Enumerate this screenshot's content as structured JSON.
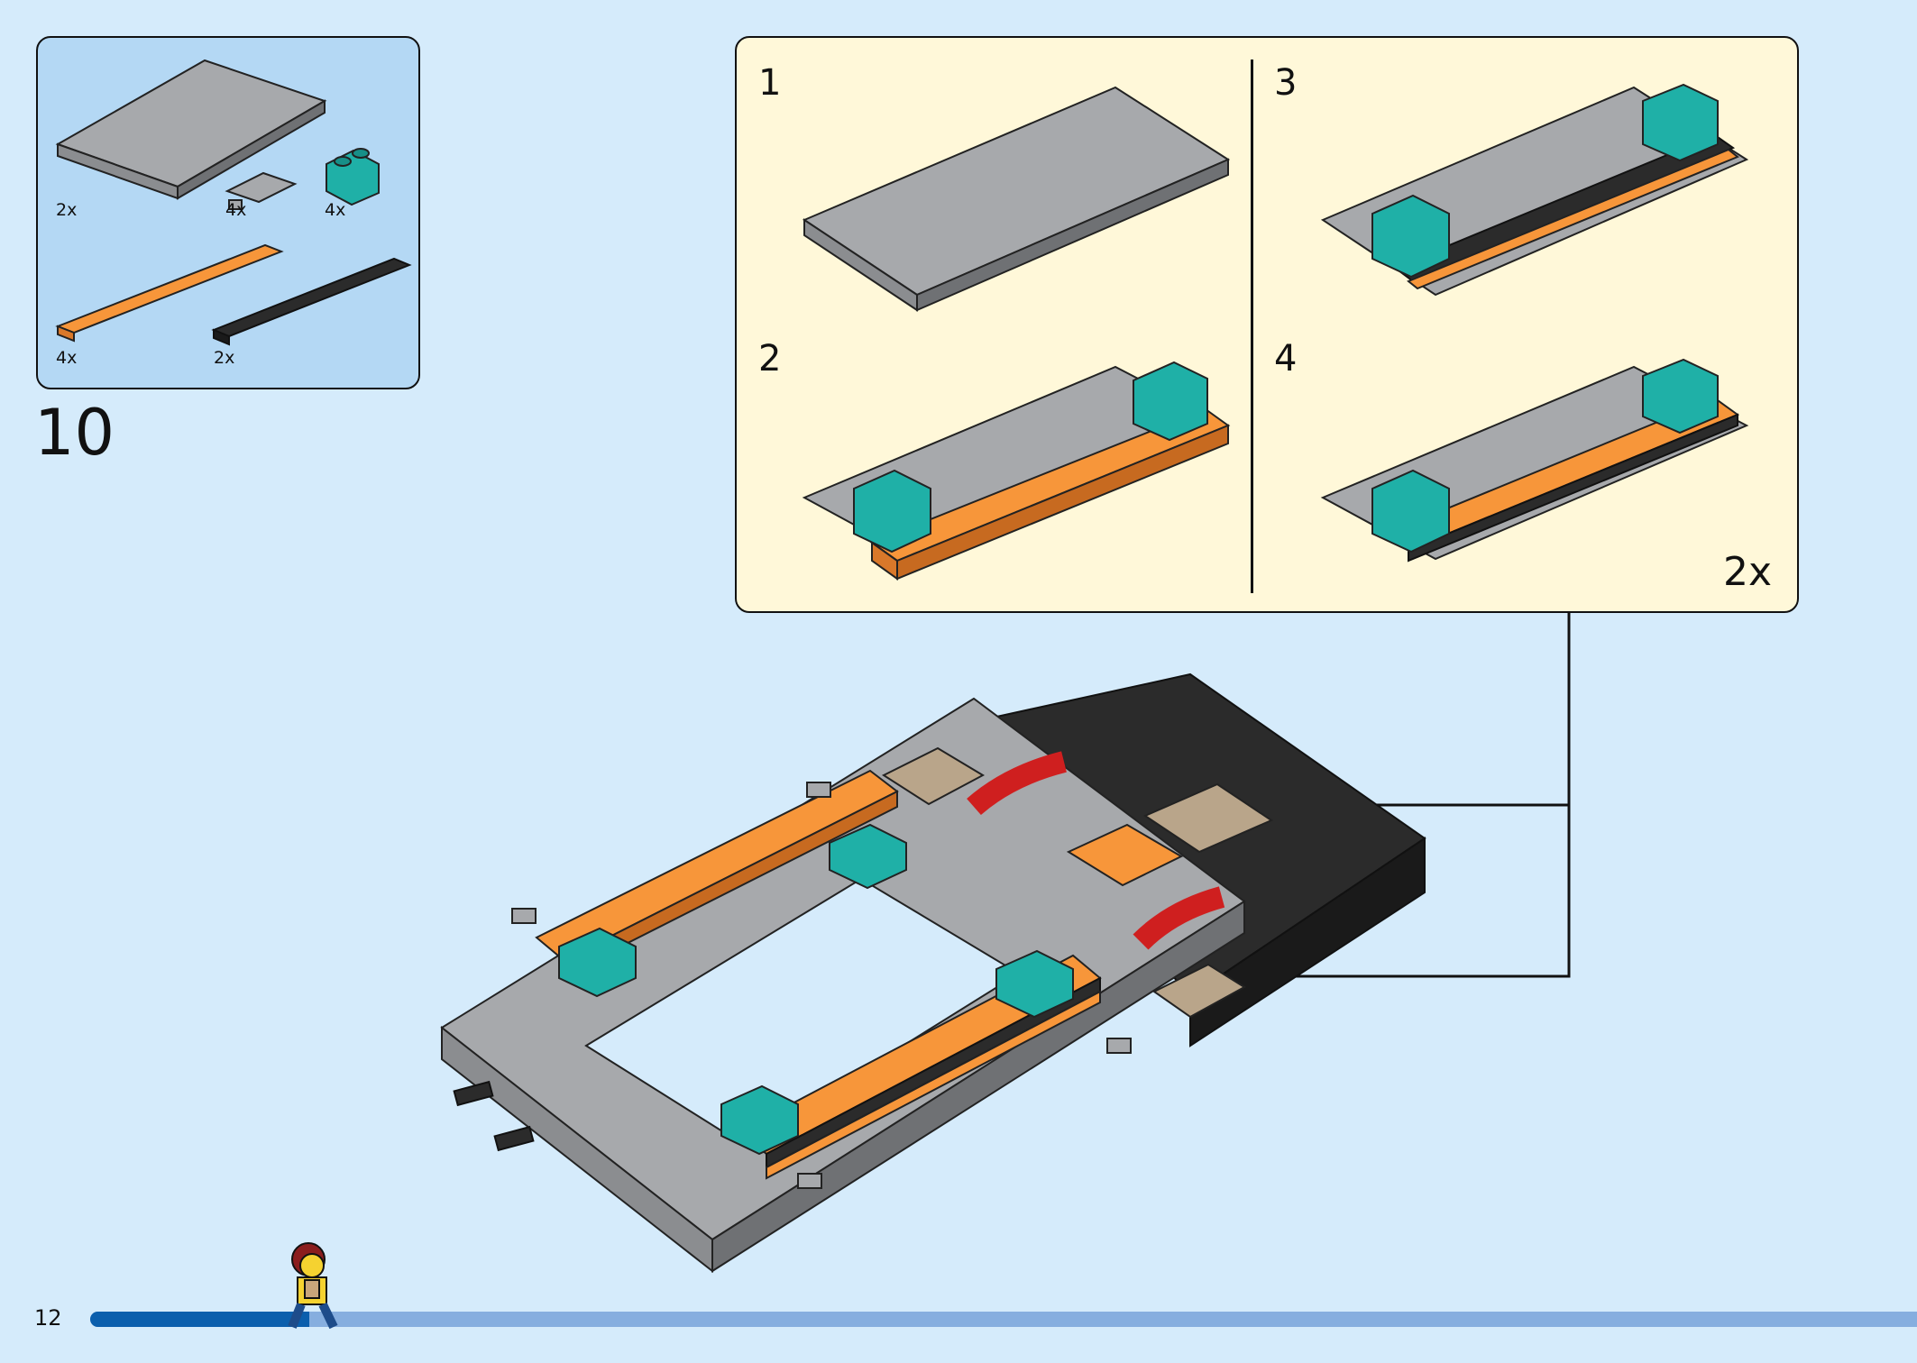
{
  "parts": {
    "items": [
      {
        "name": "gray-plate-6x10",
        "qty": "2x"
      },
      {
        "name": "gray-clip-plate",
        "qty": "4x"
      },
      {
        "name": "teal-curved-slope",
        "qty": "4x"
      },
      {
        "name": "orange-plate-1x10",
        "qty": "4x"
      },
      {
        "name": "black-plate-1x8",
        "qty": "2x"
      }
    ]
  },
  "step": {
    "number": "10"
  },
  "substeps": {
    "labels": [
      "1",
      "2",
      "3",
      "4"
    ],
    "multiplier": "2x"
  },
  "footer": {
    "page_number": "12"
  },
  "progress": {
    "fraction": 0.12
  },
  "colors": {
    "background": "#d5ebfb",
    "parts_box": "#b4d8f4",
    "substep_box": "#fff8d9",
    "gray": "#a7a9ac",
    "orange": "#f7963a",
    "teal": "#1fb0a7",
    "black": "#2b2b2b",
    "red": "#cf1f1f",
    "tan": "#b9a58a",
    "progress_fill": "#0b5fad",
    "progress_track": "#86aedf"
  }
}
